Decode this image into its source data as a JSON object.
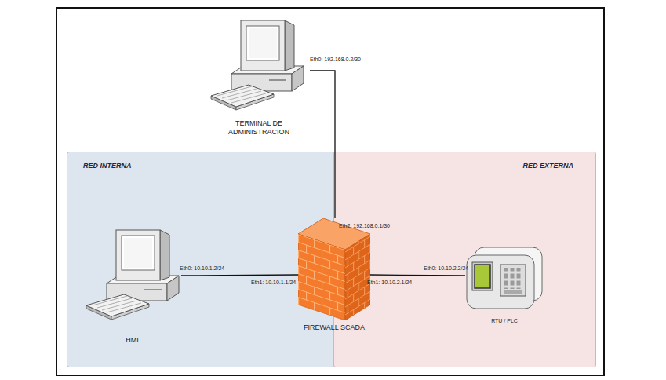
{
  "diagram": {
    "nodes": [
      {
        "text": [
          "TERMINAL DE ADMINISTRACION"
        ]
      },
      {
        "text": [
          "RED INTERNA"
        ]
      },
      {
        "text": [
          "RED EXTERNA"
        ]
      },
      {
        "text": [
          "HMI"
        ],
        "in": 1
      },
      {
        "text": [
          "FIREWALL SCADA"
        ]
      },
      {
        "text": [
          "RTU / PLC"
        ],
        "in": 2
      }
    ],
    "edges": [
      {
        "from": 0,
        "to": 4,
        "arrow": "none"
      },
      {
        "from": 3,
        "to": 4,
        "arrow": "none"
      },
      {
        "from": 4,
        "to": 5,
        "arrow": "none"
      }
    ],
    "labels": [
      "Eth0: 192.168.0.2/30",
      "Eth2: 192.168.0.1/30",
      "Eth0: 10.10.1.2/24",
      "Eth1: 10.10.1.1/24",
      "Eth1: 10.10.2.1/24",
      "Eth0: 10.10.2.2/24"
    ]
  }
}
